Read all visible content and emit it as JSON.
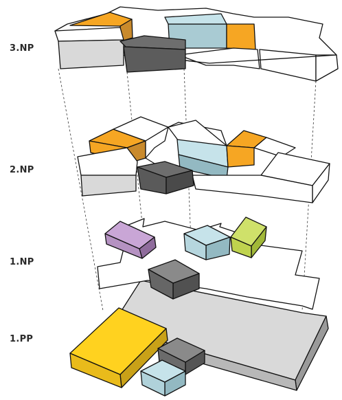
{
  "floors": [
    {
      "label": "3.NP"
    },
    {
      "label": "2.NP"
    },
    {
      "label": "1.NP"
    },
    {
      "label": "1.PP"
    }
  ],
  "colors": {
    "white": "#ffffff",
    "grey_side": "#d8d8d8",
    "dark_top": "#6e6e6e",
    "dark_side": "#4f4f4f",
    "dark_front": "#5c5c5c",
    "orange_top": "#f6a623",
    "orange_side": "#c98a2c",
    "blue_top": "#c6e3ea",
    "blue_side": "#93b9c2",
    "purple_top": "#c9a6d6",
    "purple_side": "#9b7aa8",
    "green_top": "#cfe16a",
    "green_side": "#a6bd3b",
    "yellow_top": "#ffd21f",
    "yellow_side": "#caa117",
    "plate": "#d9d9d9",
    "plate_side": "#b5b5b5",
    "plate_dark": "#8a8a8a"
  }
}
